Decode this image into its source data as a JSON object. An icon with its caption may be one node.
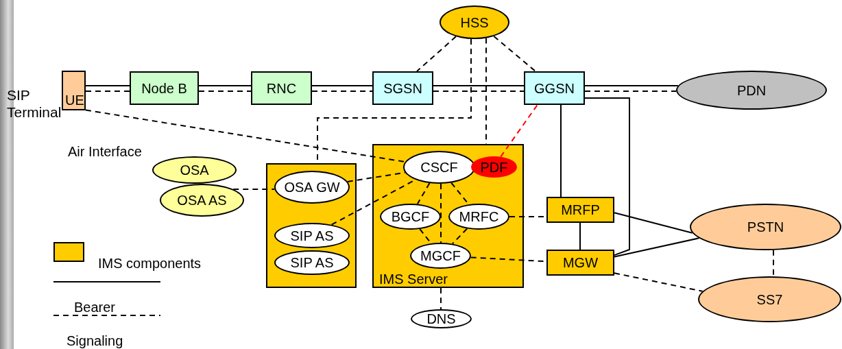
{
  "diagram": {
    "nodes": [
      {
        "text": [
          "UE"
        ],
        "beside": [
          "SIP Terminal"
        ]
      },
      {
        "text": [
          "Node B"
        ]
      },
      {
        "text": [
          "RNC"
        ]
      },
      {
        "text": [
          "SGSN"
        ]
      },
      {
        "text": [
          "GGSN"
        ]
      },
      {
        "text": [
          "HSS"
        ]
      },
      {
        "text": [
          "PDN"
        ]
      },
      {
        "text": [],
        "shape": "box"
      },
      {
        "text": [
          "OSA GW"
        ],
        "in": 7
      },
      {
        "text": [
          "SIP AS"
        ],
        "in": 7
      },
      {
        "text": [
          "SIP AS"
        ],
        "in": 7
      },
      {
        "text": [
          "IMS Server"
        ]
      },
      {
        "text": [
          "CSCF"
        ],
        "in": 11
      },
      {
        "text": [
          "PDF"
        ],
        "in": 11
      },
      {
        "text": [
          "BGCF"
        ],
        "in": 11
      },
      {
        "text": [
          "MRFC"
        ],
        "in": 11
      },
      {
        "text": [
          "MGCF"
        ],
        "in": 11
      },
      {
        "text": [
          "DNS"
        ]
      },
      {
        "text": [
          "OSA"
        ]
      },
      {
        "text": [
          "OSA AS"
        ]
      },
      {
        "text": [
          "MRFP"
        ]
      },
      {
        "text": [
          "MGW"
        ]
      },
      {
        "text": [
          "PSTN"
        ]
      },
      {
        "text": [
          "SS7"
        ]
      }
    ],
    "edges": [
      {
        "from": 0,
        "to": 1,
        "arrow": "none"
      },
      {
        "from": 0,
        "to": 1,
        "arrow": "none",
        "style": "dashed"
      },
      {
        "from": 1,
        "to": 2,
        "arrow": "none"
      },
      {
        "from": 1,
        "to": 2,
        "arrow": "none",
        "style": "dashed"
      },
      {
        "from": 2,
        "to": 3,
        "arrow": "none"
      },
      {
        "from": 2,
        "to": 3,
        "arrow": "none",
        "style": "dashed"
      },
      {
        "from": 3,
        "to": 4,
        "arrow": "none"
      },
      {
        "from": 3,
        "to": 4,
        "arrow": "none",
        "style": "dashed"
      },
      {
        "from": 4,
        "to": 6,
        "arrow": "none"
      },
      {
        "from": 4,
        "to": 6,
        "arrow": "none",
        "style": "dashed"
      },
      {
        "from": 5,
        "to": 3,
        "arrow": "none",
        "style": "dashed"
      },
      {
        "from": 5,
        "to": 4,
        "arrow": "none",
        "style": "dashed"
      },
      {
        "from": 5,
        "to": 7,
        "arrow": "none",
        "style": "dashed"
      },
      {
        "from": 5,
        "to": 11,
        "arrow": "none",
        "style": "dashed"
      },
      {
        "from": 0,
        "to": 12,
        "arrow": "none",
        "style": "dashed"
      },
      {
        "from": 13,
        "to": 4,
        "arrow": "none",
        "style": "dashed",
        "color": "#ff0000"
      },
      {
        "from": 8,
        "to": 12,
        "arrow": "none",
        "style": "dashed"
      },
      {
        "from": 9,
        "to": 12,
        "arrow": "none",
        "style": "dashed"
      },
      {
        "from": 19,
        "to": 8,
        "arrow": "none",
        "style": "dashed"
      },
      {
        "from": 12,
        "to": 14,
        "arrow": "none",
        "style": "dashed"
      },
      {
        "from": 12,
        "to": 15,
        "arrow": "none",
        "style": "dashed"
      },
      {
        "from": 12,
        "to": 16,
        "arrow": "none",
        "style": "dashed"
      },
      {
        "from": 14,
        "to": 16,
        "arrow": "none",
        "style": "dashed"
      },
      {
        "from": 15,
        "to": 16,
        "arrow": "none",
        "style": "dashed"
      },
      {
        "from": 15,
        "to": 20,
        "arrow": "none",
        "style": "dashed"
      },
      {
        "from": 16,
        "to": 21,
        "arrow": "none",
        "style": "dashed"
      },
      {
        "from": 11,
        "to": 17,
        "arrow": "none",
        "style": "dashed"
      },
      {
        "from": 4,
        "to": 20,
        "arrow": "none"
      },
      {
        "from": 4,
        "to": 21,
        "arrow": "none"
      },
      {
        "from": 20,
        "to": 21,
        "arrow": "none"
      },
      {
        "from": 20,
        "to": 22,
        "arrow": "none"
      },
      {
        "from": 21,
        "to": 22,
        "arrow": "none"
      },
      {
        "from": 21,
        "to": 23,
        "arrow": "none",
        "style": "dashed"
      },
      {
        "from": 22,
        "to": 23,
        "arrow": "none",
        "style": "dashed"
      }
    ],
    "labels": [
      "Air Interface"
    ],
    "legend": [
      {
        "text": "IMS components",
        "color": "#ffcc00"
      },
      {
        "text": "Bearer"
      },
      {
        "text": "Signaling"
      }
    ]
  }
}
